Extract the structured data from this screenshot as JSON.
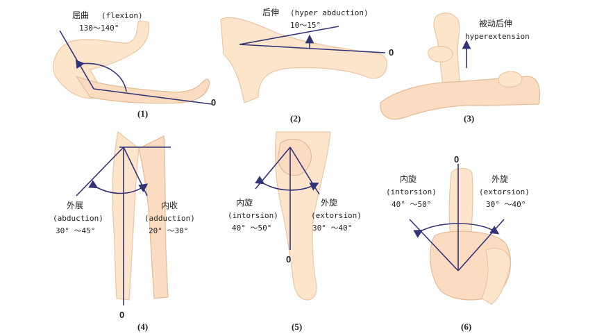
{
  "panels": [
    {
      "number": "(1)",
      "label_cn": "屈曲",
      "label_en": "(flexion)",
      "range": "130～140°",
      "zero": "0"
    },
    {
      "number": "(2)",
      "label_cn": "后伸",
      "label_en": "(hyper abduction)",
      "range": "10～15°",
      "zero": "0"
    },
    {
      "number": "(3)",
      "label_cn": "被动后伸",
      "label_en": "hyperextension"
    },
    {
      "number": "(4)",
      "zero": "0",
      "left": {
        "label_cn": "外展",
        "label_en": "(abduction)",
        "range": "30° ～45°"
      },
      "right": {
        "label_cn": "内收",
        "label_en": "(adduction)",
        "range": "20° ～30°"
      }
    },
    {
      "number": "(5)",
      "zero": "0",
      "left": {
        "label_cn": "内旋",
        "label_en": "(intorsion)",
        "range": "40° ～50°"
      },
      "right": {
        "label_cn": "外旋",
        "label_en": "(extorsion)",
        "range": "30° ～40°"
      }
    },
    {
      "number": "(6)",
      "zero": "0",
      "left": {
        "label_cn": "内旋",
        "label_en": "(intorsion)",
        "range": "40° ～50°"
      },
      "right": {
        "label_cn": "外旋",
        "label_en": "(extorsion)",
        "range": "30° ～40°"
      }
    }
  ]
}
